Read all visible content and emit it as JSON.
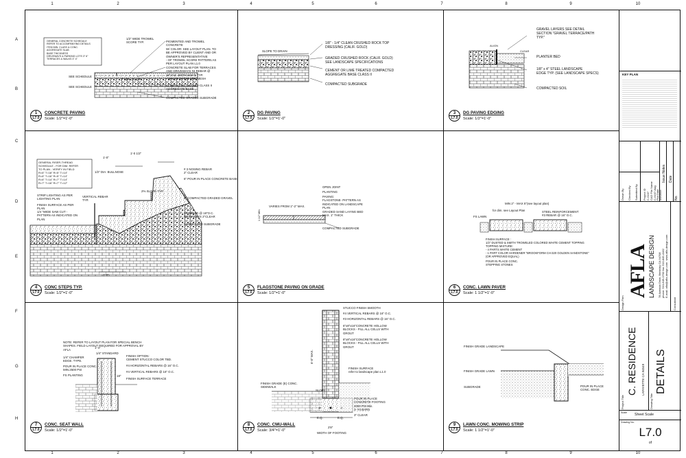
{
  "ruler": {
    "cols": [
      "1",
      "2",
      "3",
      "4",
      "5",
      "6",
      "7",
      "8",
      "9",
      "10"
    ],
    "rows": [
      "A",
      "B",
      "C",
      "D",
      "E",
      "F",
      "G",
      "H"
    ]
  },
  "panels": [
    {
      "num": "1",
      "sheet": "L7.0",
      "title": "CONCRETE  PAVING",
      "scale": "Scale: 1/2\"=1'-0\""
    },
    {
      "num": "2",
      "sheet": "L7.0",
      "title": "DG PAVING",
      "scale": "Scale: 1/2\"=1'-0\""
    },
    {
      "num": "3",
      "sheet": "L7.0",
      "title": "DG PAVING EDGING",
      "scale": "Scale: 1/2\"=1'-0\""
    },
    {
      "num": "4",
      "sheet": "L7.0",
      "title": "CONC STEPS TYP.",
      "scale": "Scale: 1/2\"=1'-0\""
    },
    {
      "num": "5",
      "sheet": "L7.0",
      "title": "FLAGSTONE PAVING ON GRADE",
      "scale": "Scale: 1/2\"=1'-0\""
    },
    {
      "num": "6",
      "sheet": "L7.0",
      "title": "CONC. LAWN PAVER",
      "scale": "Scale: 1 1/2\"=1'-0\""
    },
    {
      "num": "7",
      "sheet": "L7.0",
      "title": "CONC. SEAT WALL",
      "scale": "Scale: 1/2\"=1'-0\""
    },
    {
      "num": "8",
      "sheet": "L7.0",
      "title": "CONC. CMU-WALL",
      "scale": "Scale: 3/4\"=1'-0\""
    },
    {
      "num": "9",
      "sheet": "L7.0",
      "title": "LAWN CONC. MOWING STRIP",
      "scale": "Scale: 1 1/2\"=1'-0\""
    }
  ],
  "notes": {
    "p1_schedule": "GENERAL CONCRETE SCHEDULE\nREFER TO ACCOMPANYING DETAILS\nITEM     MIN. CLASS &   CONC.\n         AGGREGATE     SLAB\n         BASE          THICKNESS\nDRIVEWAYS & PARKING LOTS   3\"   6\"\nTERRACES & WALKS            3\"   4\"",
    "p1_a": "1/2\" WIDE TROWEL\nSCORE TYP.",
    "p1_b": "PIGMENTED AND TROWEL\nCONCRETE\nW/ COLOR: SEE LAYOUT PLAN. TO\nBE APPROVED BY CLIENT AND OR\nOWNER'S REPRESENTATIVE\n- OF TROWEL SCORE PATTERN AS\nPER LAYOUT PLAN L1.0",
    "p1_c": "CONCRETE SLAB FOR TERRACES\nAND DRIVEWAYS #4 REBAR @\n18\" O.C. BOTH WAYS TYP.\n- WALKS W/ 6X6 W/W MESH",
    "p1_d": "COMPACTED GRADED CLASS II\nAGGREGATE BASE",
    "p1_e": "COMPACTED GRADED SUBGRADE",
    "p1_clear": "2\" MIN. CLEAR",
    "p1_see1": "SEE SCHEDULE",
    "p1_see2": "SEE SCHEDULE",
    "p2_slope": "SLOPE TO DRAIN",
    "p2_a": "1/8\" - 1/4\" CLEAN CRUSHED ROCK TOP\nDRESSING (CALIF. GOLD)",
    "p2_b": "GRADED CRUSHED ROCK (CALIF. GOLD)\nSEE LANDSCAPE SPECIFICATIONS",
    "p2_c": "CEMENT OR LIME TREATED COMPACTED\nAGGREGATE BASE CLASS II",
    "p2_d": "COMPACTED SUBGRADE",
    "p3_a": "GRAVEL LAYERS SEE DETAIL\nSECTION \"GRAVEL TERRACE/PATH\nTYP.\"",
    "p3_align": "ALIGN",
    "p3_clear": "CLEAR",
    "p3_b": "PLANTER BED",
    "p3_c": "1/8\" x 4\" STEEL LANDSCAPE\nEDGE TYP. (SEE LANDSCAPE SPECS)",
    "p3_d": "COMPACTED SOIL",
    "p4_sched": "GENERAL RISER-THREAD\nSCHEDULE - FOR DIM. REFER\nTO PLAN - VERIFY IN FIELD\nR=6\"  T=18\"  R=5\"  T=14\"\nR=6\"  T=16\"  R=5\"  T=14\"\nR=6\"  T=14\"  R=7\"  T=14\"\nR=7\"  T=16\"  R=7\"  T=12\"",
    "p4_strip": "STRIP LIGHTING AS PER\nLIGHTING PLAN",
    "p4_fin": "FINISH SURFACE AS PER\nPLAN",
    "p4_saw": "1/4 \"WIDE SAW CUT -\nPATTERN AS INDICATED ON\nPLAN",
    "p4_vert": "VERTICAL REBAR\nTYP.",
    "p4_bull": "1/2\" DIA. BULLNOSE",
    "p4_dim1": "1'-0\"",
    "p4_dim2": "1'-0 1/2\"",
    "p4_dim3": "1'-0\"",
    "p4_nose": "# 3 NOSING REBAR\n2\" CLEAR",
    "p4_pour": "6\" POUR IN PLACE CONCRETE BASE",
    "p4_slope": "2% SLOPE TYP.",
    "p4_grav": "6\" COMPACTED GRADED GRAVEL",
    "p4_rebar": "#4 REBAR @ 18\"O.C.\nBOTH WAYS 2\"CLEAR",
    "p4_sub": "COMPACTED SUBGRADE",
    "p5_joint": "OPEN JOINT",
    "p5_plant": "PLANTING",
    "p5_pav": "PAVING:\nFLAGSTONE- PATTERN AS\nINDICATED ON LANDSCAPE\nPLAN",
    "p5_varies": "VARIES FROM 1\"-2\" MAX.",
    "p5_sand": "GRADED SAND LAYING BED\nMAX. 1\" THICK",
    "p5_sub": "COMPACTED SUBGRADE",
    "p5_dim": "1 1/2\" MIN.",
    "p6_min": "MIN 2\" - MAX 5\"(see layout plan)",
    "p6_dim": "for dim. see Layout Plan",
    "p6_fs": "FS LAWN",
    "p6_steel": "STEEL REINFORCEMENT:\n#3 REBAR @ 16\" O.C.",
    "p6_fin": "FINISH SURFACE :\n1/2\" DUSTED & SMITH TROWELED COLORED WHITE CEMENT TOPPING\nTOPPING MIXTURE:\n- 4 PARTS WHITE CEMENT\n- 1 PART COLOR HARDENER \"BROOKFORM CH-320 GOLDEN SANDSTONE\"\n(OR APPROVED EQUAL)",
    "p6_pour": "POUR IN PLACE CONC.\nSTEPPING STONES",
    "p7_note": "NOTE: REFER TO LAYOUT PLAN FOR SPECIAL BENCH\nSHAPES. FIELD LAYOUT REQUIRED FOR APPROVAL BY\nAFLA",
    "p7_std": "1/4\" STANDARD",
    "p7_cham": "1/4\" CHAMFER\nEDGE. TYPE.",
    "p7_fin": "FINISH OPTION:\nCEMENT STUCCO COLOR TBD.",
    "p7_pour": "POUR IN PLACE CONC.\nMIN.2500 PSI",
    "p7_horiz": "#4 HORIZONTAL REBARS @ 16\" O.C.",
    "p7_fsp": "FS PLANTING",
    "p7_vert": "#4 VERTICAL REBARS @ 16\" O.C.",
    "p7_term": "FINISH SURFACE TERRACE",
    "p7_dim1": "1'-4\"",
    "p7_dim2": "18\"",
    "p8_stucco": "STUCCO FINISH SMOOTH",
    "p8_v": "#4 VERTICAL REBARS @ 16\" O.C.",
    "p8_h": "#3 HORIZONTAL REBARS @ 16\" O.C.",
    "p8_b1": "6\"x8\"x16\"CONCRETE HOLLOW\nBLOCKS - FILL ALL CELLS WITH\nGROUT",
    "p8_b2": "8\"x8\"x16\"CONCRETE HOLLOW\nBLOCKS - FILL ALL CELLS WITH\nGROUT",
    "p8_fs": "FINISH SURFACE\nrefer to landscape plan L1.0",
    "p8_grade": "FINISH GRADE (E) CONC.\nSIDEWALK",
    "p8_slope": "SLOPE",
    "p8_foot": "POUR IN PLACE\nCONCRETE FOOTING\n2000 PSI Min.",
    "p8_bars": "3- #4 BARS",
    "p8_clear": "3\" CLEAR",
    "p8_width": "WIDTH OF FOOTING",
    "p8_height": "6'-0\" MAX.",
    "p8_eq1": "E.Q.",
    "p8_eq2": "E.Q.",
    "p8_w": "2'8\"",
    "p9_land": "FINISH GRADE LANDSCAPE",
    "p9_lawn": "FINISH GRADE LAWN",
    "p9_sub": "SUBGRADE",
    "p9_pour": "POUR IN PLACE\nCONC. EDGE"
  },
  "titleblock": {
    "key_plan": "KEY PLAN",
    "issue_notes": "Issue Notes",
    "date": "Date",
    "no": "No.",
    "firm_big": "AFLA",
    "firm": "LANDSCAPE DESIGN",
    "firm_addr": "78 Avenida Drive, Berkeley CA 94708\nphone: 510-845-0700 fax: 510-845-4182\nE-mail: afla@afla-design.com  www.afla-design.com",
    "project": "C. RESIDENCE",
    "location": "LAFAYETTE CA 94549",
    "sheet_title": "DETAILS",
    "sheet_scale": "Sheet Scale",
    "sheet_no": "L7.0",
    "of": "of",
    "drawing_no": "Drawing No.",
    "fields": [
      "Design Firm",
      "Consultant",
      "Drawing Title",
      "Project Title",
      "Scale"
    ],
    "meta": [
      {
        "label": "Drawn By",
        "value": ""
      },
      {
        "label": "Checked By",
        "value": ""
      },
      {
        "label": "Submitted By",
        "value": ""
      },
      {
        "label": "Project ID",
        "value": "C-5167"
      },
      {
        "label": "CAD File Name",
        "value": "C-5167.dwg"
      },
      {
        "label": "Plot Date",
        "value": "05/05/05"
      }
    ],
    "revision": "Revision"
  }
}
